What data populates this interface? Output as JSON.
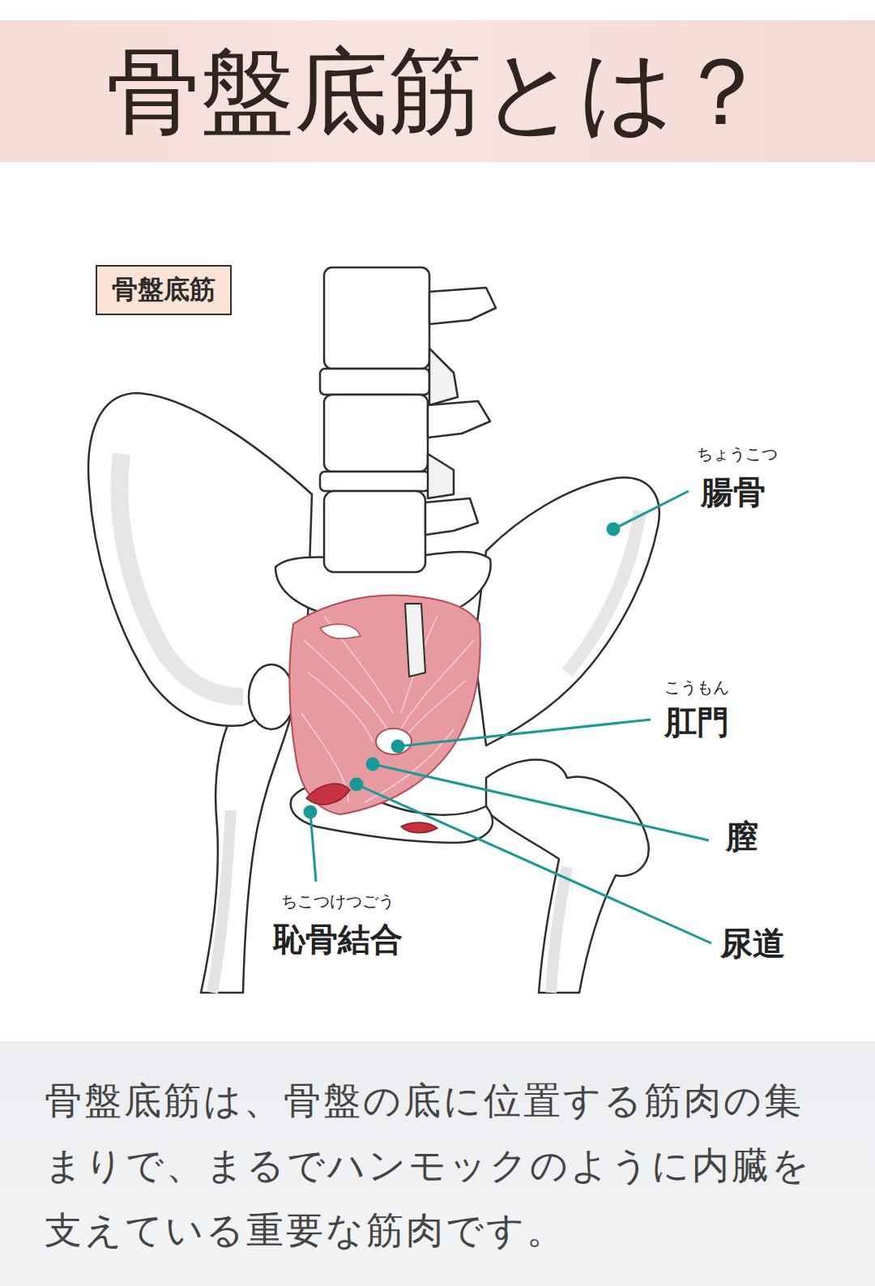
{
  "diagram": {
    "title": "骨盤底筋とは？",
    "caption": "骨盤底筋は、骨盤の底に位置する筋肉の集まりで、まるでハンモックのように内臓を支えている重要な筋肉です。",
    "nodes": [
      {
        "text": [
          "骨盤底筋"
        ]
      }
    ],
    "labels": [
      "ちょうこつ",
      "腸骨",
      "こうもん",
      "肛門",
      "膣",
      "ちこつけつごう",
      "恥骨結合",
      "尿道"
    ]
  }
}
